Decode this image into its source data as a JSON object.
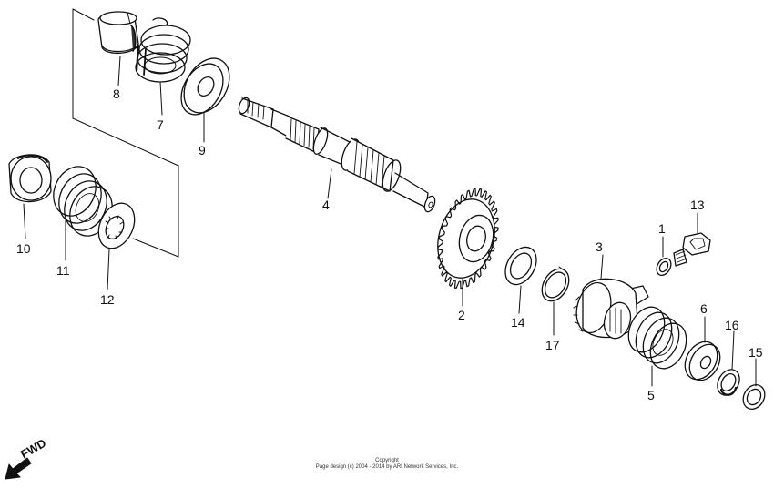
{
  "labels": {
    "p1": "1",
    "p2": "2",
    "p3": "3",
    "p4": "4",
    "p5": "5",
    "p6": "6",
    "p7": "7",
    "p8": "8",
    "p9": "9",
    "p10": "10",
    "p11": "11",
    "p12": "12",
    "p13": "13",
    "p14": "14",
    "p15": "15",
    "p16": "16",
    "p17": "17"
  },
  "fwd": "FWD",
  "copyright": {
    "line1": "Copyright",
    "line2": "Page design (c) 2004 - 2014 by ARI Network Services, Inc."
  },
  "colors": {
    "ink": "#111111",
    "paper": "#ffffff"
  }
}
